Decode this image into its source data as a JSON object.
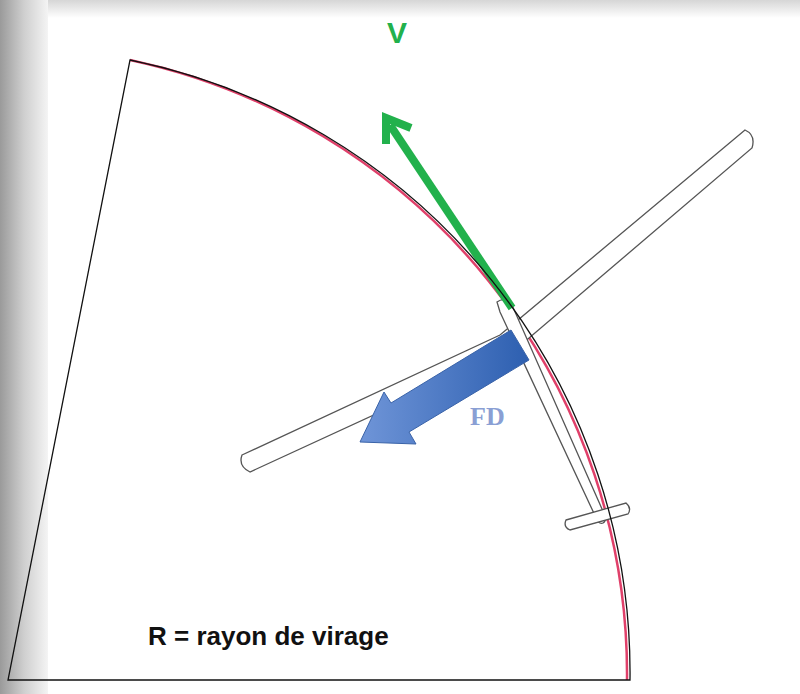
{
  "diagram": {
    "nodes": [
      {
        "text": [
          "R = rayon de virage"
        ]
      }
    ],
    "labels": [
      "V",
      "FD"
    ]
  }
}
